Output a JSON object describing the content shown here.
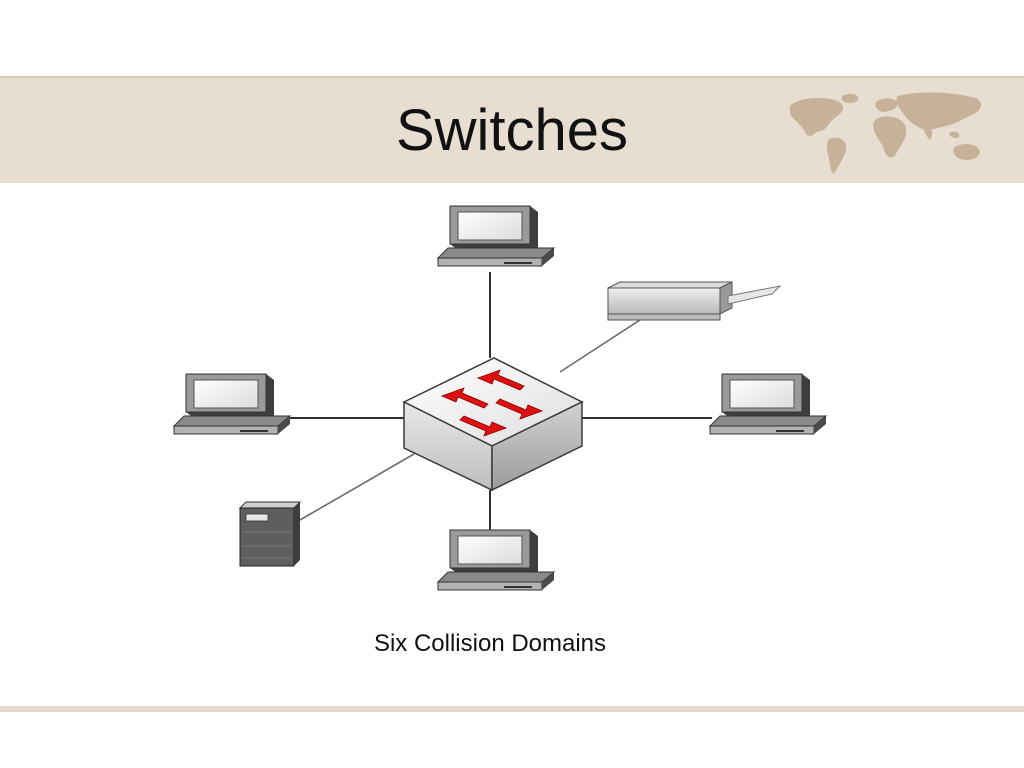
{
  "slide": {
    "title": "Switches",
    "caption": "Six Collision Domains"
  },
  "colors": {
    "band": "#e7ddd0",
    "map": "#c2ae94",
    "arrow": "#dd1111",
    "device_gray": "#9e9e9e",
    "device_dark": "#4d4d4d",
    "link": "#333333"
  },
  "diagram": {
    "center": "switch",
    "nodes": [
      {
        "id": "pc-top",
        "kind": "workstation"
      },
      {
        "id": "printer",
        "kind": "printer"
      },
      {
        "id": "pc-right",
        "kind": "workstation"
      },
      {
        "id": "pc-bottom",
        "kind": "workstation"
      },
      {
        "id": "server",
        "kind": "server"
      },
      {
        "id": "pc-left",
        "kind": "workstation"
      }
    ]
  }
}
